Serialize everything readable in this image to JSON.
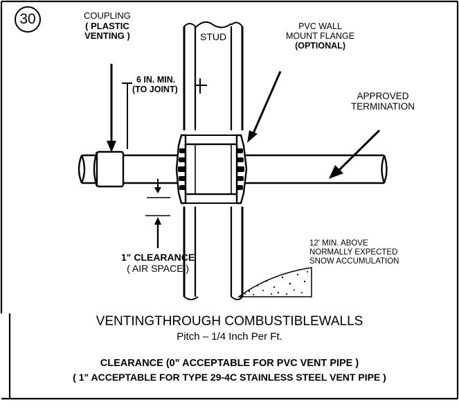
{
  "figure_number": "30",
  "labels": {
    "coupling": [
      "COUPLING",
      "( PLASTIC",
      "VENTING )"
    ],
    "stud": "STUD",
    "flange": [
      "PVC WALL",
      "MOUNT FLANGE",
      "(OPTIONAL)"
    ],
    "six_inch": [
      "6 IN. MIN.",
      "(TO JOINT)"
    ],
    "termination": [
      "APPROVED",
      "TERMINATION"
    ],
    "snow": [
      "12' MIN. ABOVE",
      "NORMALLY EXPECTED",
      "SNOW ACCUMULATION"
    ],
    "clearance": [
      "1\" CLEARANCE",
      "( AIR SPACE )"
    ]
  },
  "caption": {
    "title": "VENTINGTHROUGH COMBUSTIBLEWALLS",
    "subtitle": "Pitch – 1/4 Inch Per Ft.",
    "note_line1": "CLEARANCE (0\" ACCEPTABLE FOR PVC VENT PIPE )",
    "note_line2": "( 1\" ACCEPTABLE FOR TYPE 29-4C STAINLESS STEEL VENT PIPE )"
  }
}
